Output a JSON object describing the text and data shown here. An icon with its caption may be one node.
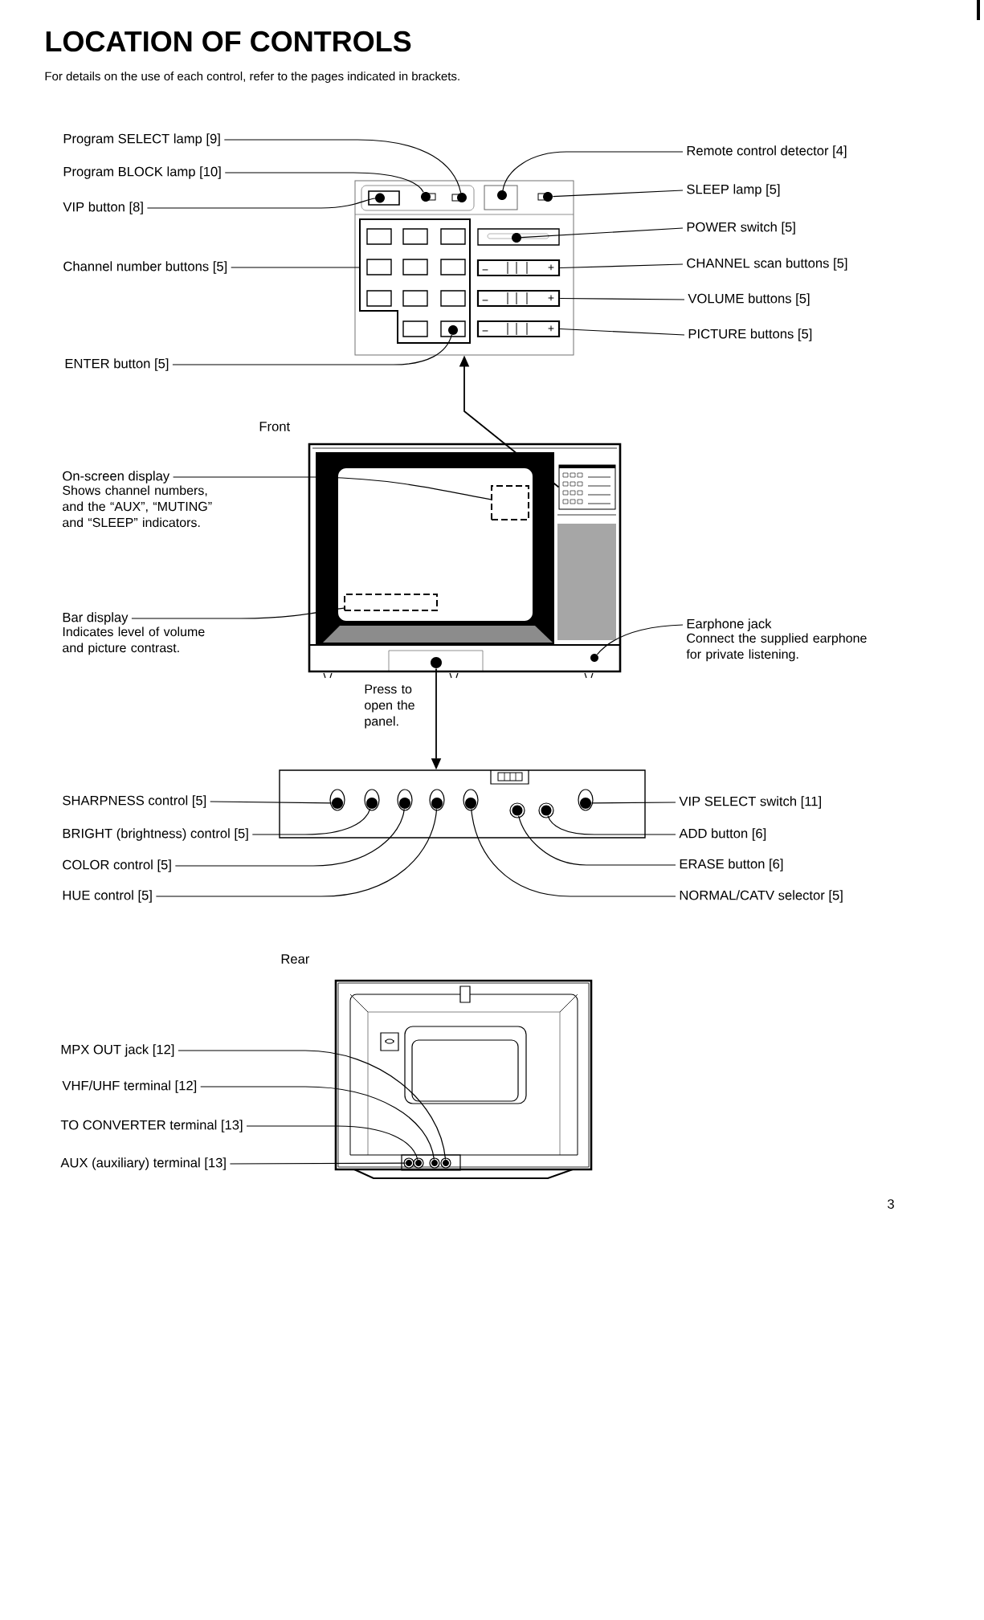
{
  "diagram": {
    "title": "LOCATION OF CONTROLS",
    "nodes": [
      {
        "text": [
          "Program SELECT lamp [9]"
        ]
      },
      {
        "text": [
          "Program BLOCK lamp [10]"
        ]
      },
      {
        "text": [
          "VIP button [8]"
        ]
      },
      {
        "text": [
          "Channel number buttons [5]"
        ]
      },
      {
        "text": [
          "ENTER button [5]"
        ]
      },
      {
        "text": [
          "Remote control detector [4]"
        ]
      },
      {
        "text": [
          "SLEEP lamp [5]"
        ]
      },
      {
        "text": [
          "POWER switch [5]"
        ]
      },
      {
        "text": [
          "CHANNEL scan buttons [5]"
        ]
      },
      {
        "text": [
          "VOLUME buttons [5]"
        ]
      },
      {
        "text": [
          "PICTURE buttons [5]"
        ]
      },
      {
        "text": [],
        "shape": "picture"
      },
      {
        "text": [],
        "shape": "box",
        "in": 11
      },
      {
        "text": [],
        "shape": "circle",
        "in": 11
      },
      {
        "text": [],
        "shape": "circle",
        "in": 11
      },
      {
        "text": [],
        "shape": "box",
        "in": 11
      },
      {
        "text": [],
        "shape": "circle",
        "in": 11
      },
      {
        "text": [],
        "shape": "box",
        "in": 11
      },
      {
        "text": [],
        "shape": "box",
        "in": 17
      },
      {
        "text": [],
        "shape": "box",
        "in": 11
      },
      {
        "text": [],
        "shape": "box",
        "in": 11
      },
      {
        "text": [],
        "shape": "box",
        "in": 11
      },
      {
        "text": [],
        "shape": "box",
        "in": 11
      },
      {
        "text": [
          "On-screen display",
          "Shows channel numbers, and the “AUX”, “MUTING” and “SLEEP” indicators."
        ]
      },
      {
        "text": [
          "Bar display",
          "Indicates level of volume and picture contrast."
        ]
      },
      {
        "text": [
          "Earphone jack",
          "Connect the supplied earphone for private listening."
        ]
      },
      {
        "text": [],
        "shape": "picture",
        "beside": [
          "Front"
        ]
      },
      {
        "text": [],
        "shape": "box",
        "in": 26
      },
      {
        "text": [],
        "shape": "box",
        "in": 26
      },
      {
        "text": [],
        "shape": "box",
        "in": 26
      },
      {
        "text": [],
        "shape": "circle",
        "in": 26
      },
      {
        "text": [],
        "shape": "circle",
        "in": 26
      },
      {
        "text": [
          "SHARPNESS control [5]"
        ]
      },
      {
        "text": [
          "BRIGHT (brightness) control [5]"
        ]
      },
      {
        "text": [
          "COLOR control [5]"
        ]
      },
      {
        "text": [
          "HUE control [5]"
        ]
      },
      {
        "text": [
          "VIP SELECT switch [11]"
        ]
      },
      {
        "text": [
          "ADD button [6]"
        ]
      },
      {
        "text": [
          "ERASE button [6]"
        ]
      },
      {
        "text": [
          "NORMAL/CATV selector [5]"
        ]
      },
      {
        "text": [],
        "shape": "picture"
      },
      {
        "text": [],
        "shape": "circle",
        "in": 40
      },
      {
        "text": [],
        "shape": "circle",
        "in": 40
      },
      {
        "text": [],
        "shape": "circle",
        "in": 40
      },
      {
        "text": [],
        "shape": "circle",
        "in": 40
      },
      {
        "text": [],
        "shape": "circle",
        "in": 40
      },
      {
        "text": [],
        "shape": "circle",
        "in": 40
      },
      {
        "text": [],
        "shape": "circle",
        "in": 40
      },
      {
        "text": [],
        "shape": "circle",
        "in": 40
      },
      {
        "text": [
          "MPX OUT jack [12]"
        ]
      },
      {
        "text": [
          "VHF/UHF terminal [12]"
        ]
      },
      {
        "text": [
          "TO CONVERTER terminal [13]"
        ]
      },
      {
        "text": [
          "AUX (auxiliary) terminal [13]"
        ]
      },
      {
        "text": [],
        "shape": "picture",
        "beside": [
          "Rear"
        ]
      },
      {
        "text": [],
        "shape": "circle",
        "in": 53
      },
      {
        "text": [],
        "shape": "circle",
        "in": 53
      },
      {
        "text": [],
        "shape": "circle",
        "in": 53
      },
      {
        "text": [],
        "shape": "circle",
        "in": 53
      }
    ],
    "edges": [
      {
        "from": 0,
        "to": 14,
        "arrow": "none"
      },
      {
        "from": 1,
        "to": 13,
        "arrow": "none"
      },
      {
        "from": 2,
        "to": 12,
        "arrow": "none"
      },
      {
        "from": 3,
        "to": 17,
        "arrow": "none"
      },
      {
        "from": 4,
        "to": 18,
        "arrow": "none"
      },
      {
        "from": 5,
        "to": 15,
        "arrow": "none"
      },
      {
        "from": 6,
        "to": 16,
        "arrow": "none"
      },
      {
        "from": 7,
        "to": 19,
        "arrow": "none"
      },
      {
        "from": 8,
        "to": 20,
        "arrow": "none"
      },
      {
        "from": 9,
        "to": 21,
        "arrow": "none"
      },
      {
        "from": 10,
        "to": 22,
        "arrow": "none"
      },
      {
        "from": 27,
        "to": 11,
        "arrow": "to"
      },
      {
        "from": 23,
        "to": 28,
        "arrow": "none"
      },
      {
        "from": 24,
        "to": 29,
        "arrow": "none"
      },
      {
        "from": 25,
        "to": 31,
        "arrow": "none"
      },
      {
        "from": 30,
        "to": 40,
        "arrow": "to",
        "label": "Press to open the panel."
      },
      {
        "from": 32,
        "to": 41,
        "arrow": "none"
      },
      {
        "from": 33,
        "to": 42,
        "arrow": "none"
      },
      {
        "from": 34,
        "to": 43,
        "arrow": "none"
      },
      {
        "from": 35,
        "to": 44,
        "arrow": "none"
      },
      {
        "from": 36,
        "to": 48,
        "arrow": "none"
      },
      {
        "from": 37,
        "to": 47,
        "arrow": "none"
      },
      {
        "from": 38,
        "to": 46,
        "arrow": "none"
      },
      {
        "from": 39,
        "to": 45,
        "arrow": "none"
      },
      {
        "from": 49,
        "to": 57,
        "arrow": "none"
      },
      {
        "from": 50,
        "to": 56,
        "arrow": "none"
      },
      {
        "from": 51,
        "to": 55,
        "arrow": "none"
      },
      {
        "from": 52,
        "to": 54,
        "arrow": "none"
      }
    ],
    "labels": [
      "For details on the use of each control, refer to the pages indicated in brackets.",
      "−",
      "+",
      "−",
      "+",
      "−",
      "+",
      "3"
    ]
  }
}
